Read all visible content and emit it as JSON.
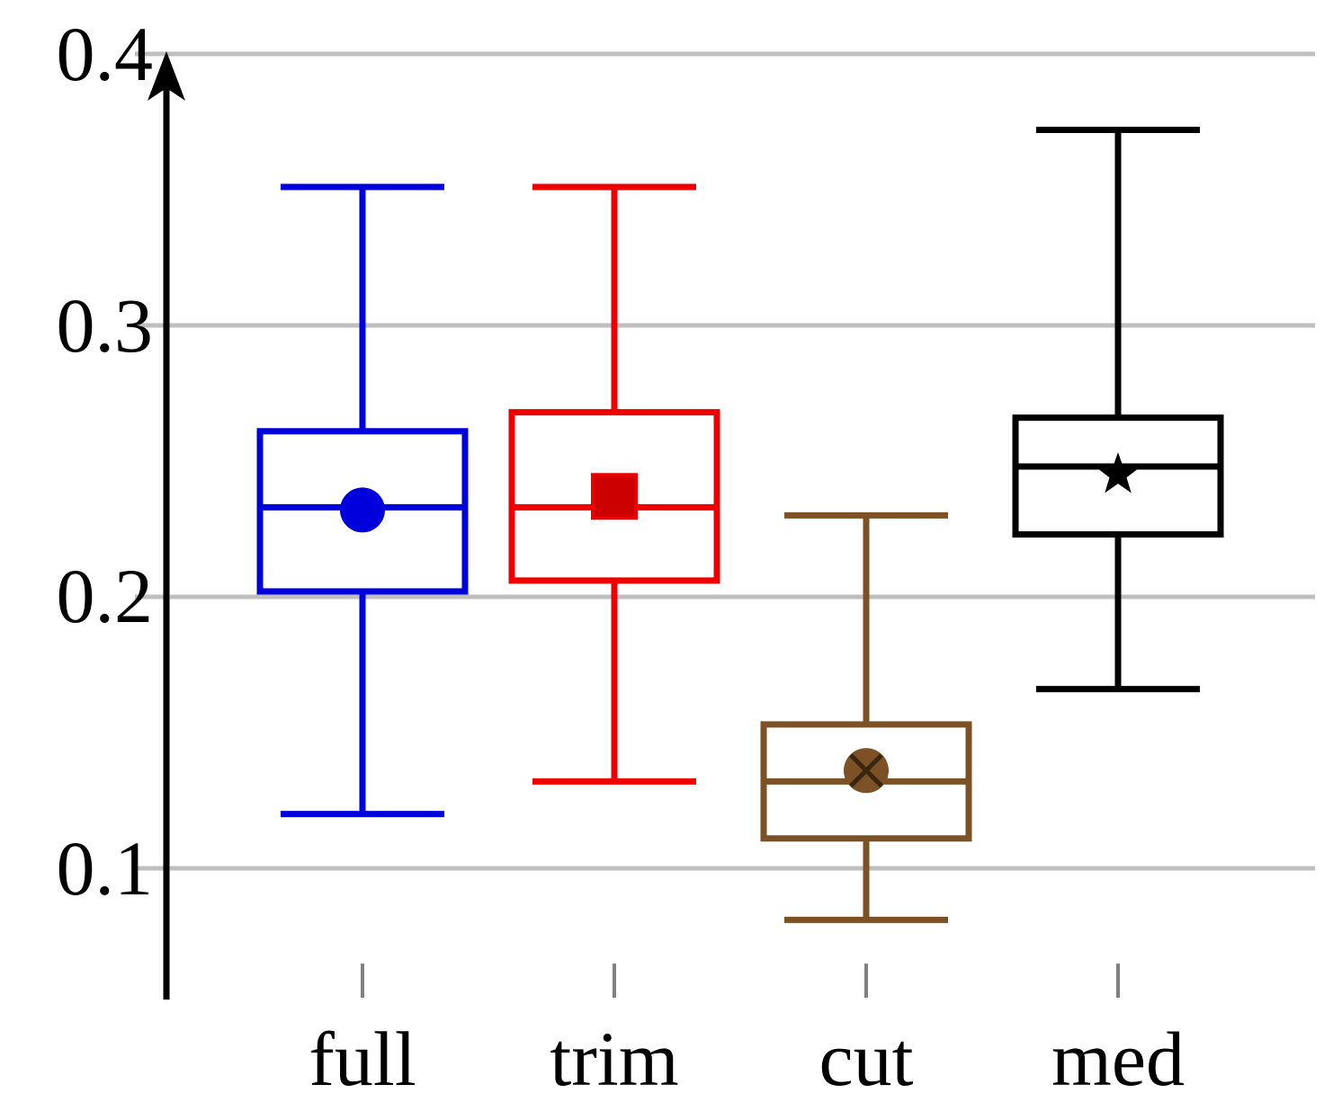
{
  "chart_data": {
    "type": "box",
    "title": "",
    "xlabel": "",
    "ylabel": "",
    "categories": [
      "full",
      "trim",
      "cut",
      "med"
    ],
    "ylim": [
      0.055,
      0.4
    ],
    "yticks": [
      0.1,
      0.2,
      0.3,
      0.4
    ],
    "ytick_labels": [
      "0.1",
      "0.2",
      "0.3",
      "0.4"
    ],
    "grid": "horizontal",
    "grid_color": "#bfbfbf",
    "legend": "none",
    "axis_arrow": true,
    "boxes": [
      {
        "label": "full",
        "color": "#0000dd",
        "marker": "circle",
        "marker_filled": true,
        "marker_value": 0.232,
        "whisker_low": 0.12,
        "q1": 0.202,
        "median": 0.233,
        "q3": 0.261,
        "whisker_high": 0.351
      },
      {
        "label": "trim",
        "color": "#ee0000",
        "marker": "square",
        "marker_filled": true,
        "marker_value": 0.237,
        "whisker_low": 0.132,
        "q1": 0.206,
        "median": 0.233,
        "q3": 0.268,
        "whisker_high": 0.351
      },
      {
        "label": "cut",
        "color": "#7b5125",
        "marker": "crossed-circle",
        "marker_filled": true,
        "marker_value": 0.136,
        "whisker_low": 0.081,
        "q1": 0.111,
        "median": 0.132,
        "q3": 0.153,
        "whisker_high": 0.23
      },
      {
        "label": "med",
        "color": "#000000",
        "marker": "star",
        "marker_filled": false,
        "marker_value": 0.245,
        "whisker_low": 0.166,
        "q1": 0.223,
        "median": 0.248,
        "q3": 0.266,
        "whisker_high": 0.372
      }
    ]
  },
  "yaxis": {
    "ticks": [
      {
        "label": "0.4",
        "value": 0.4
      },
      {
        "label": "0.3",
        "value": 0.3
      },
      {
        "label": "0.2",
        "value": 0.2
      },
      {
        "label": "0.1",
        "value": 0.1
      }
    ]
  },
  "xaxis": {
    "ticks": [
      {
        "label": "full"
      },
      {
        "label": "trim"
      },
      {
        "label": "cut"
      },
      {
        "label": "med"
      }
    ]
  }
}
